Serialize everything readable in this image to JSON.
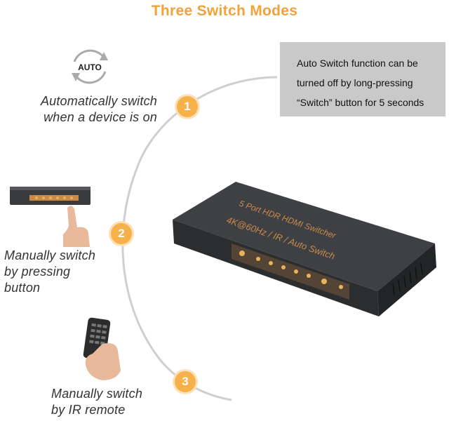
{
  "header": {
    "title": "Three Switch Modes"
  },
  "info_box": {
    "lines": [
      "Auto Switch function can be",
      "turned off by long-pressing",
      "“Switch” button for 5 seconds"
    ]
  },
  "modes": [
    {
      "number": "1",
      "lines": [
        "Automatically switch",
        "when a device is on"
      ]
    },
    {
      "number": "2",
      "lines": [
        "Manually switch",
        "by pressing",
        "button"
      ]
    },
    {
      "number": "3",
      "lines": [
        "Manually switch",
        "by IR remote"
      ]
    }
  ],
  "auto_icon": {
    "label": "AUTO",
    "icon": "auto-refresh-icon"
  },
  "product": {
    "line1": "5 Port HDR HDMI Switcher",
    "line2": "4K@60Hz / IR / Auto Switch"
  },
  "colors": {
    "accent": "#f0a33a",
    "badge": "#f6b14a",
    "box": "#c9c9c9",
    "device": "#3a3b3d"
  }
}
